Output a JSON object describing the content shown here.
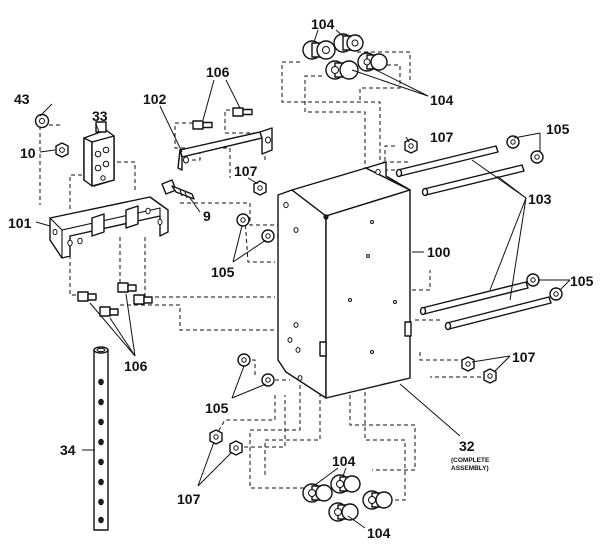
{
  "callouts": {
    "c104_top": "104",
    "c104_top_right": "104",
    "c106_top": "106",
    "c102": "102",
    "c43": "43",
    "c33": "33",
    "c10": "10",
    "c107_upper_mid": "107",
    "c9": "9",
    "c107_upper_right": "107",
    "c105_upper_right": "105",
    "c103": "103",
    "c101": "101",
    "c105_mid_left": "105",
    "c100": "100",
    "c105_right": "105",
    "c106_bottom": "106",
    "c107_lower_right": "107",
    "c105_lower_left": "105",
    "c34": "34",
    "c32": "32",
    "complete_line1": "(COMPLETE",
    "complete_line2": "ASSEMBLY)",
    "c104_lower_mid": "104",
    "c107_bottom_left": "107",
    "c104_bottom": "104"
  }
}
